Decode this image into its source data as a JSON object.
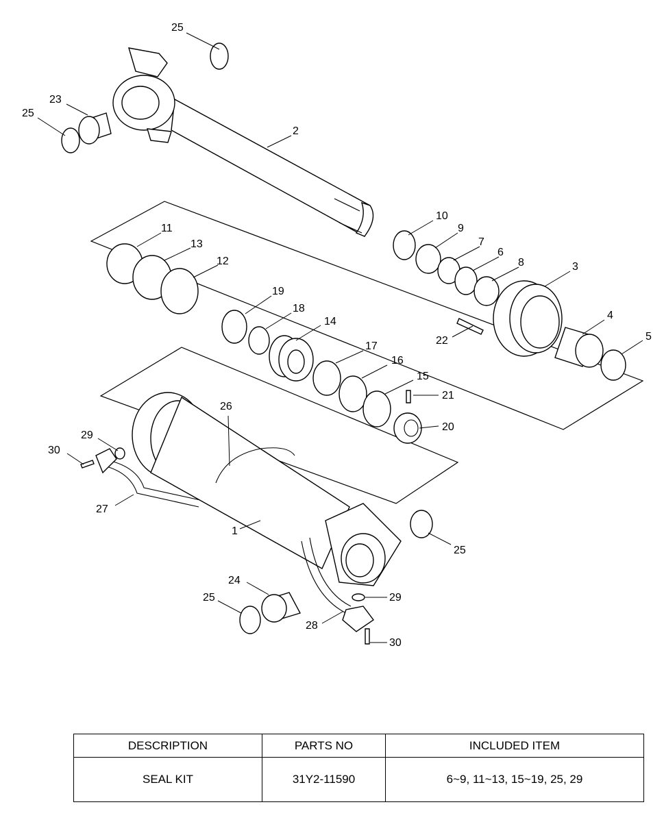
{
  "callouts": [
    "1",
    "2",
    "3",
    "4",
    "5",
    "6",
    "7",
    "8",
    "9",
    "10",
    "11",
    "12",
    "13",
    "14",
    "15",
    "16",
    "17",
    "18",
    "19",
    "20",
    "21",
    "22",
    "23",
    "24",
    "25",
    "26",
    "27",
    "28",
    "29",
    "30"
  ],
  "table": {
    "headers": [
      "DESCRIPTION",
      "PARTS NO",
      "INCLUDED ITEM"
    ],
    "row": [
      "SEAL KIT",
      "31Y2-11590",
      "6~9, 11~13, 15~19, 25, 29"
    ]
  }
}
